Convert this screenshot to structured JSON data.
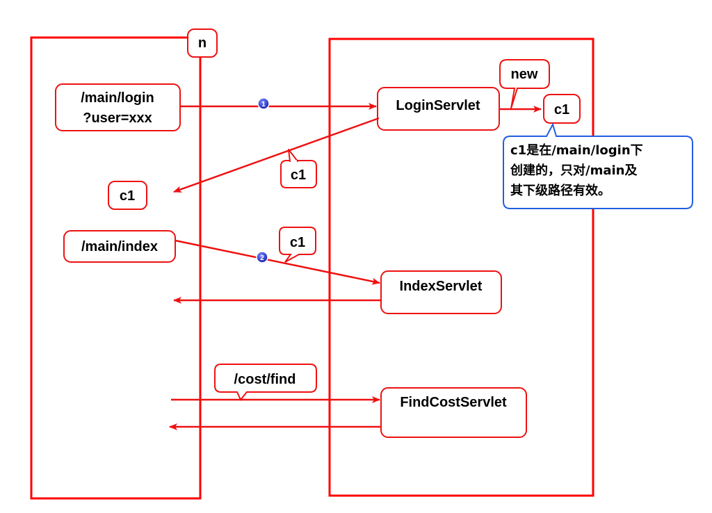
{
  "client_label": "n",
  "nodes": {
    "login_request_line1": "/main/login",
    "login_request_line2": "?user=xxx",
    "cookie_received": "c1",
    "index_request": "/main/index",
    "login_servlet": "LoginServlet",
    "index_servlet": "IndexServlet",
    "findcost_servlet": "FindCostServlet",
    "new_callout": "new",
    "cookie_created": "c1"
  },
  "callouts": {
    "response_cookie": "c1",
    "request_cookie": "c1",
    "cost_path": "/cost/find"
  },
  "steps": {
    "step1": "1",
    "step2": "2"
  },
  "note": {
    "line1": "c1是在/main/login下",
    "line2": "创建的，只对/main及",
    "line3": "其下级路径有效。"
  },
  "colors": {
    "red": "#ff0000",
    "arrow": "#ee1111",
    "note_border": "#1f5fe0",
    "badge": "#1a2bc8"
  }
}
